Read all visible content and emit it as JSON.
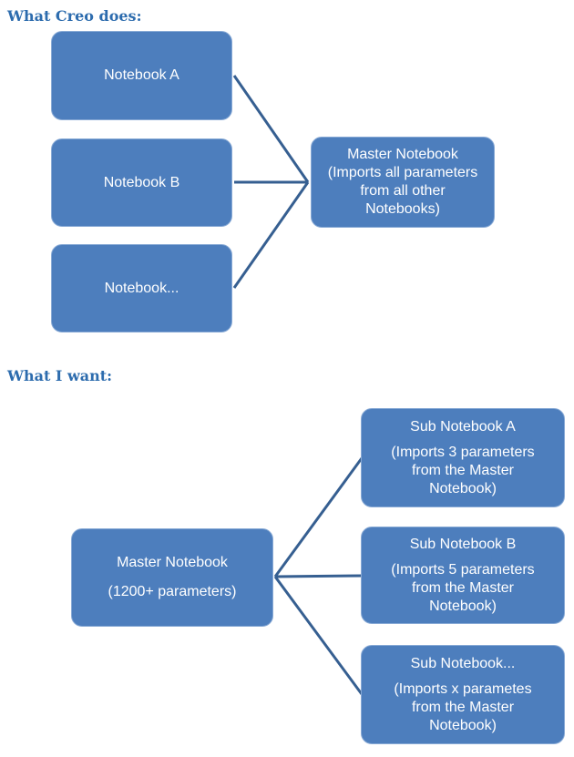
{
  "colors": {
    "background": "#ffffff",
    "box_fill": "#4d7ebd",
    "box_border": "#87a9d5",
    "connector": "#365f91",
    "heading_text": "#2d6cae",
    "box_text": "#ffffff"
  },
  "sections": [
    {
      "heading": "What Creo does:",
      "nodes": {
        "notebook_a": "Notebook A",
        "notebook_b": "Notebook B",
        "notebook_dots": "Notebook...",
        "master": "Master Notebook\n(Imports all parameters\nfrom all other\nNotebooks)"
      }
    },
    {
      "heading": "What I want:",
      "nodes": {
        "master_title": "Master Notebook",
        "master_body": "(1200+ parameters)",
        "sub_a_title": "Sub Notebook A",
        "sub_a_body": "(Imports 3 parameters\nfrom the Master\nNotebook)",
        "sub_b_title": "Sub Notebook B",
        "sub_b_body": "(Imports 5 parameters\nfrom the Master\nNotebook)",
        "sub_dots_title": "Sub Notebook...",
        "sub_dots_body": "(Imports x parametes\nfrom the Master\nNotebook)"
      }
    }
  ]
}
